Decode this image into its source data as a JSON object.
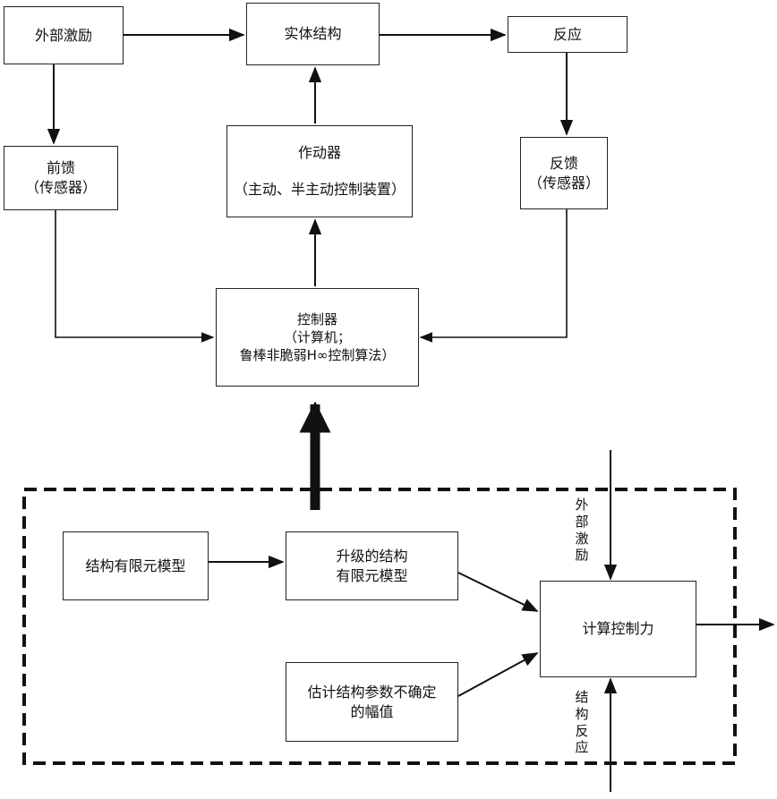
{
  "nodes": {
    "external_excitation": "外部激励",
    "physical_structure": "实体结构",
    "response": "反应",
    "feedforward": [
      "前馈",
      "（传感器）"
    ],
    "actuator": [
      "作动器",
      "（主动、半主动控制装置）"
    ],
    "feedback": [
      "反馈",
      "（传感器）"
    ],
    "controller": [
      "控制器",
      "（计算机；",
      "鲁棒非脆弱H∞控制算法）"
    ],
    "fe_model": "结构有限元模型",
    "upgraded_fe_model": [
      "升级的结构",
      "有限元模型"
    ],
    "estimate_uncertainty": [
      "估计结构参数不确定",
      "的幅值"
    ],
    "compute_control_force": "计算控制力"
  },
  "side_labels": {
    "external_excitation": "外部激励",
    "structural_response": "结构反应"
  },
  "colors": {
    "stroke": "#111111",
    "background": "#ffffff"
  }
}
